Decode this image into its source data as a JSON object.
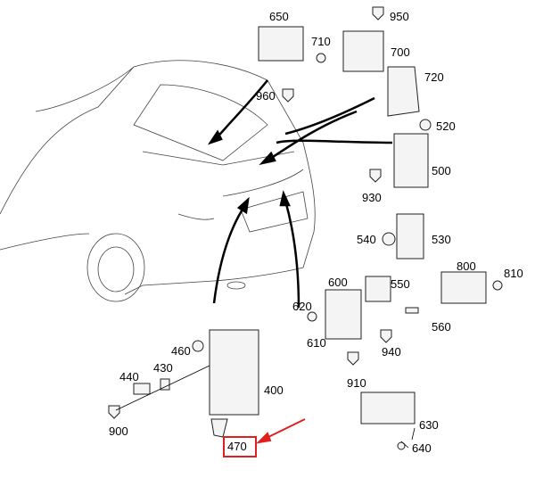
{
  "title": "Mercedes control units and fuse box parts diagram",
  "highlight_color": "#e02020",
  "highlighted_part": "470",
  "labels": {
    "p650": "650",
    "p950": "950",
    "p710": "710",
    "p700": "700",
    "p720": "720",
    "p960": "960",
    "p520": "520",
    "p500": "500",
    "p930": "930",
    "p540": "540",
    "p530": "530",
    "p800": "800",
    "p810": "810",
    "p600": "600",
    "p550": "550",
    "p620": "620",
    "p610": "610",
    "p560": "560",
    "p940": "940",
    "p460": "460",
    "p440": "440",
    "p430": "430",
    "p400": "400",
    "p910": "910",
    "p900": "900",
    "p470": "470",
    "p630": "630",
    "p640": "640"
  }
}
